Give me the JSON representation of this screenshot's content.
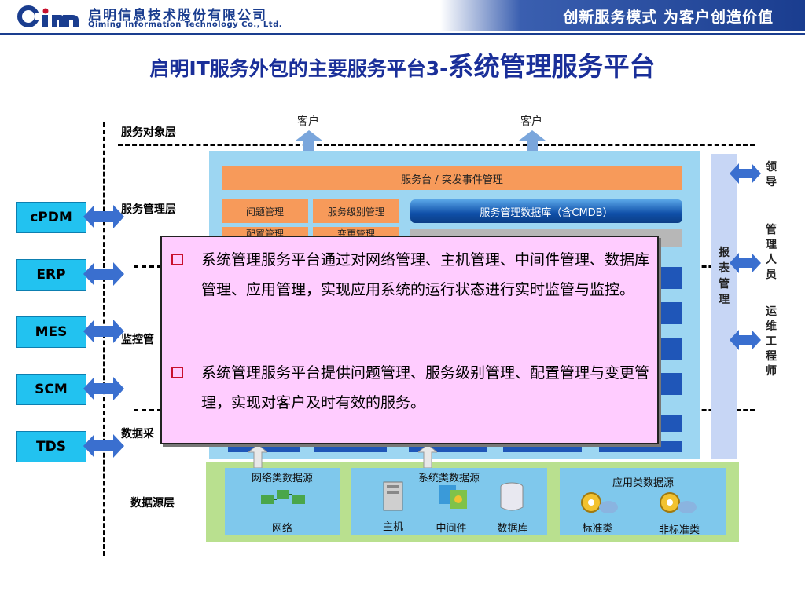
{
  "header": {
    "company_cn": "启明信息技术股份有限公司",
    "company_en": "Qiming Information Technology Co., Ltd.",
    "slogan": "创新服务模式   为客户创造价值"
  },
  "title": {
    "part1": "启明IT服务外包的主要服务平台3-",
    "part2": "系统管理服务平台"
  },
  "layers": {
    "object": "服务对象层",
    "management": "服务管理层",
    "monitor": "监控管",
    "collect": "数据采",
    "source": "数据源层"
  },
  "customers": [
    "客户",
    "客户"
  ],
  "systems": [
    "cPDM",
    "ERP",
    "MES",
    "SCM",
    "TDS"
  ],
  "platform": {
    "service_desk": "服务台 / 突发事件管理",
    "problem_mgmt": "问题管理",
    "sla_mgmt": "服务级别管理",
    "config_mgmt": "配置管理",
    "change_mgmt": "变更管理",
    "cmdb": "服务管理数据库（含CMDB）",
    "report": "报表管理"
  },
  "data_sources": {
    "network_group": "网络类数据源",
    "system_group": "系统类数据源",
    "app_group": "应用类数据源",
    "network": "网络",
    "host": "主机",
    "middleware": "中间件",
    "database": "数据库",
    "standard": "标准类",
    "nonstandard": "非标准类"
  },
  "right_labels": {
    "leader": "领导",
    "manager": "管理人员",
    "ops": "运维工程师"
  },
  "callout": {
    "bullet1": "系统管理服务平台通过对网络管理、主机管理、中间件管理、数据库管理、应用管理，实现应用系统的运行状态进行实时监管与监控。",
    "bullet2": "系统管理服务平台提供问题管理、服务级别管理、配置管理与变更管理，实现对客户及时有效的服务。"
  },
  "colors": {
    "brand_blue": "#1a3d8f",
    "system_box": "#22c2f0",
    "platform_bg": "#9dd6f2",
    "orange": "#f79a5a",
    "callout_bg": "#ffccff",
    "data_source_bg": "#b9e08f"
  }
}
